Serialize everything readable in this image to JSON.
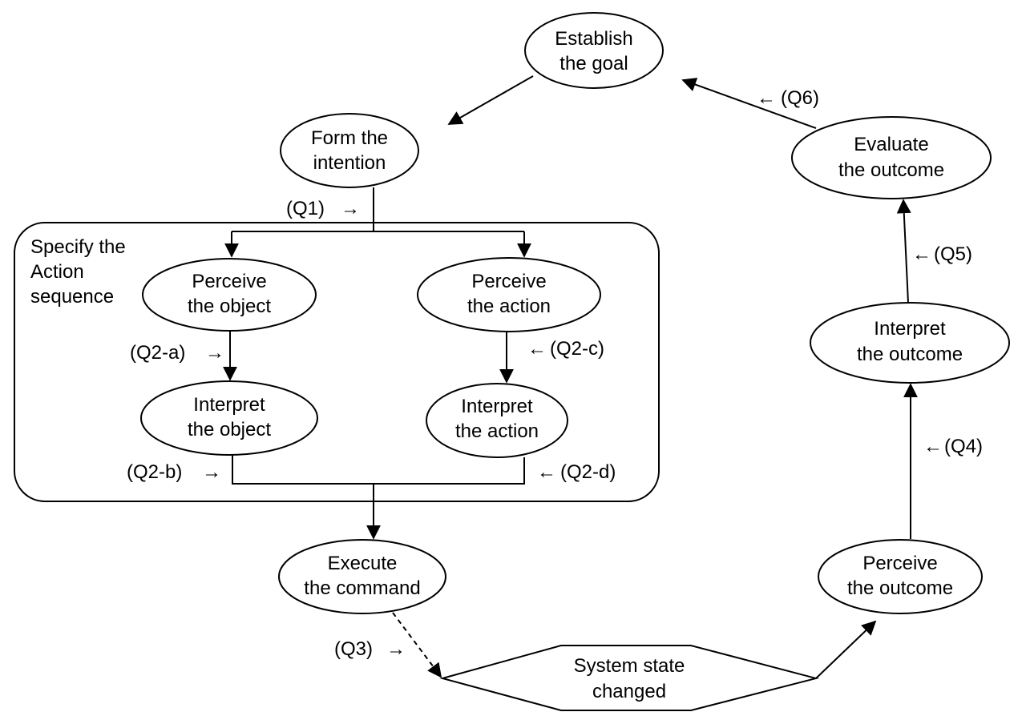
{
  "nodes": {
    "establish_goal": [
      "Establish",
      "the goal"
    ],
    "form_intention": [
      "Form the",
      "intention"
    ],
    "perceive_object": [
      "Perceive",
      "the object"
    ],
    "interpret_object": [
      "Interpret",
      "the object"
    ],
    "perceive_action": [
      "Perceive",
      "the action"
    ],
    "interpret_action": [
      "Interpret",
      "the action"
    ],
    "execute_command": [
      "Execute",
      "the command"
    ],
    "system_state": [
      "System state",
      "changed"
    ],
    "perceive_outcome": [
      "Perceive",
      "the outcome"
    ],
    "interpret_outcome": [
      "Interpret",
      "the outcome"
    ],
    "evaluate_outcome": [
      "Evaluate",
      "the outcome"
    ]
  },
  "group": {
    "label": [
      "Specify the",
      "Action",
      "sequence"
    ]
  },
  "question_labels": {
    "q1": "(Q1)",
    "q2a": "(Q2-a)",
    "q2b": "(Q2-b)",
    "q2c": "(Q2-c)",
    "q2d": "(Q2-d)",
    "q3": "(Q3)",
    "q4": "(Q4)",
    "q5": "(Q5)",
    "q6": "(Q6)"
  },
  "arrow_glyphs": {
    "right": "→",
    "left": "←"
  }
}
